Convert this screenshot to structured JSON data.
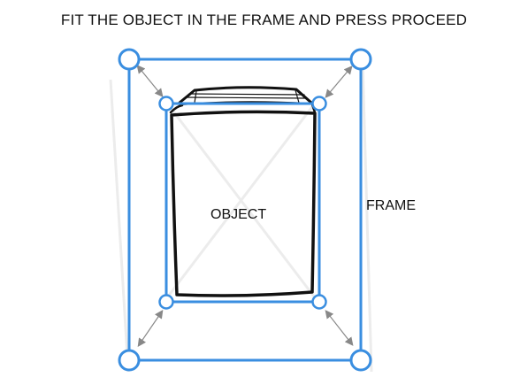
{
  "instruction": "FIT THE OBJECT IN THE FRAME AND PRESS PROCEED",
  "frame": {
    "label": "FRAME"
  },
  "object": {
    "label": "OBJECT"
  },
  "colors": {
    "accent": "#3a8ee0",
    "handle_fill": "#ffffff",
    "sketch": "#111111",
    "arrow": "#888888",
    "faint": "#e6e6e6"
  },
  "icons": {
    "handles": "circle-handle-icon",
    "resize_arrows": "diagonal-double-arrow-icon"
  }
}
